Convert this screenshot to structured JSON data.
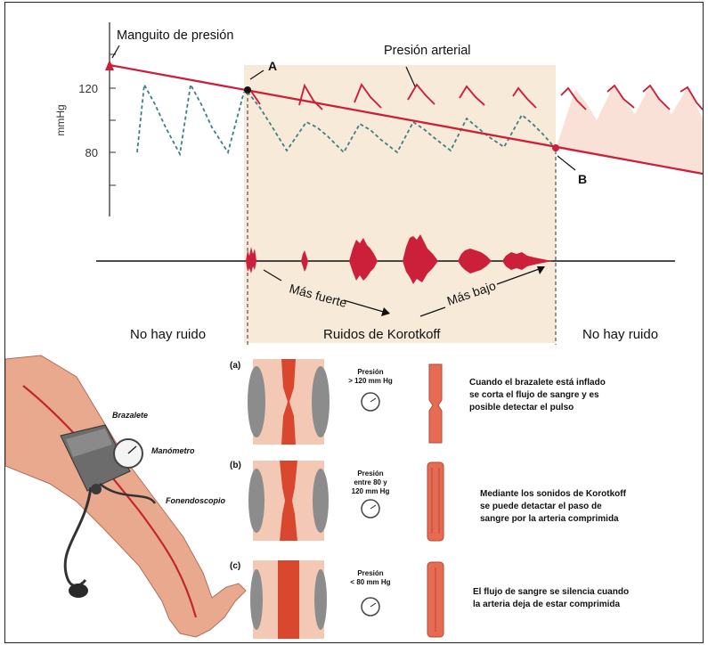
{
  "top": {
    "axis_unit": "mmHg",
    "ticks": [
      "120",
      "80"
    ],
    "cuff_label": "Manguito de presión",
    "arterial_label": "Presión arterial",
    "point_a": "A",
    "point_b": "B",
    "louder_label": "Más fuerte",
    "softer_label": "Más bajo",
    "left_zone": "No hay ruido",
    "middle_zone": "Ruidos de Korotkoff",
    "right_zone": "No hay ruido"
  },
  "arm": {
    "cuff": "Brazalete",
    "gauge": "Manómetro",
    "stethoscope": "Fonendoscopio"
  },
  "panels": [
    {
      "letter": "(a)",
      "pressure_lines": [
        "Presión",
        "> 120 mm Hg"
      ],
      "text_lines": [
        "Cuando el brazalete está inflado",
        "se corta el flujo de sangre y es",
        "posible detectar el pulso"
      ]
    },
    {
      "letter": "(b)",
      "pressure_lines": [
        "Presión",
        "entre 80 y",
        "120 mm Hg"
      ],
      "text_lines": [
        "Mediante los sonidos de Korotkoff",
        "se puede detactar el paso de",
        "sangre por la arteria comprimida"
      ]
    },
    {
      "letter": "(c)",
      "pressure_lines": [
        "Presión",
        "< 80 mm Hg"
      ],
      "text_lines": [
        "El flujo de sangre se silencia cuando",
        "la arteria deja de estar comprimida"
      ]
    }
  ],
  "colors": {
    "red": "#cc1f3a",
    "shade": "#f7e6d6",
    "dashed": "#3f7f86",
    "tissue": "#f1c0a8",
    "skin": "#e8a98e"
  }
}
